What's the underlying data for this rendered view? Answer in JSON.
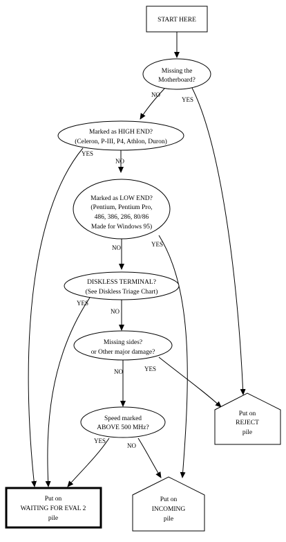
{
  "nodes": {
    "start": [
      "START HERE"
    ],
    "missing_mb": [
      "Missing the",
      "Motherboard?"
    ],
    "high_end": [
      "Marked as HIGH END?",
      "(Celeron, P-III, P4, Athlon, Duron)"
    ],
    "low_end": [
      "Marked as LOW END?",
      "(Pentium, Pentium Pro,",
      "486, 386, 286, 80/86",
      "Made for Windows 95)"
    ],
    "diskless": [
      "DISKLESS TERMINAL?",
      "(See Diskless Triage Chart)"
    ],
    "missing_sides": [
      "Missing sides?",
      "or Other major damage?"
    ],
    "speed": [
      "Speed marked",
      "ABOVE 500 MHz?"
    ],
    "reject": [
      "Put on",
      "REJECT",
      "pile"
    ],
    "waiting": [
      "Put on",
      "WAITING FOR EVAL 2",
      "pile"
    ],
    "incoming": [
      "Put on",
      "INCOMING",
      "pile"
    ]
  },
  "edge_labels": {
    "no": "NO",
    "yes": "YES"
  }
}
